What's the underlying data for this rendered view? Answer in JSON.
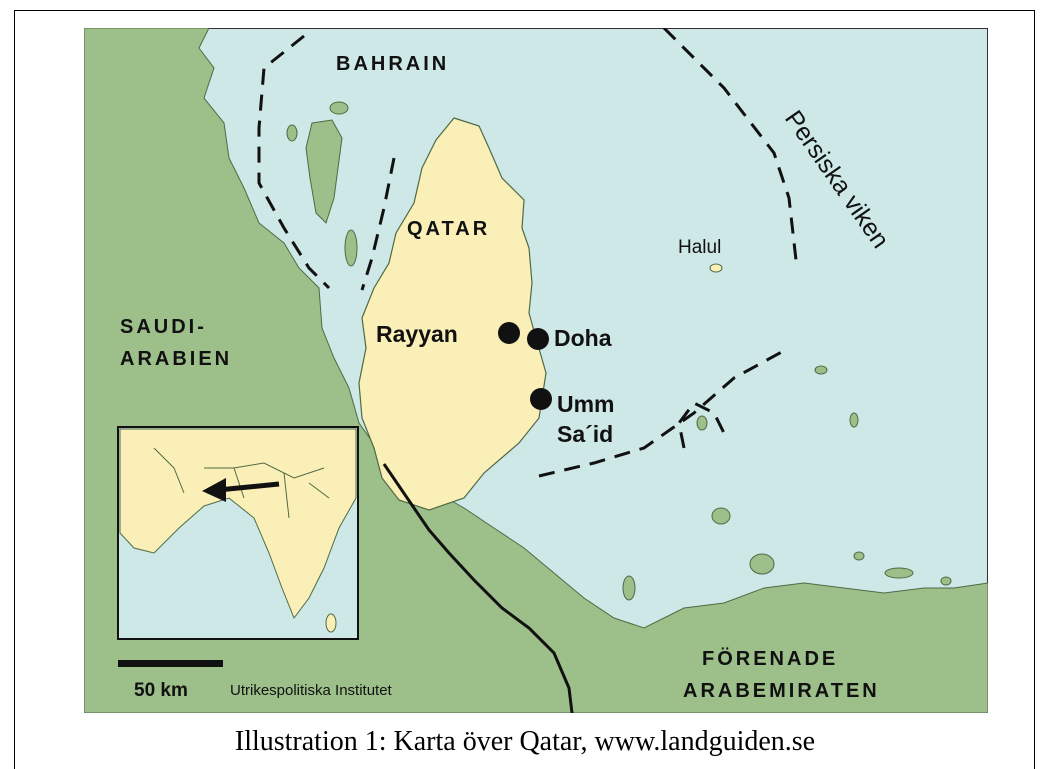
{
  "map": {
    "labels": {
      "bahrain": "BAHRAIN",
      "qatar": "QATAR",
      "saudi_line1": "SAUDI-",
      "saudi_line2": "ARABIEN",
      "persian_gulf": "Persiska viken",
      "halul": "Halul",
      "uae_line1": "FÖRENADE",
      "uae_line2": "ARABEMIRATEN"
    },
    "cities": [
      {
        "name": "Rayyan"
      },
      {
        "name": "Doha"
      },
      {
        "name": "Umm Sa´id",
        "line1": "Umm",
        "line2": "Sa´id"
      }
    ],
    "scale_label": "50 km",
    "credit": "Utrikespolitiska Institutet",
    "colors": {
      "sea": "#cde8e6",
      "land_neighbor": "#9dbf8a",
      "land_qatar": "#fbefb8",
      "inset_land": "#fbefb8",
      "border": "#111111"
    }
  },
  "caption": "Illustration 1: Karta över Qatar, www.landguiden.se"
}
